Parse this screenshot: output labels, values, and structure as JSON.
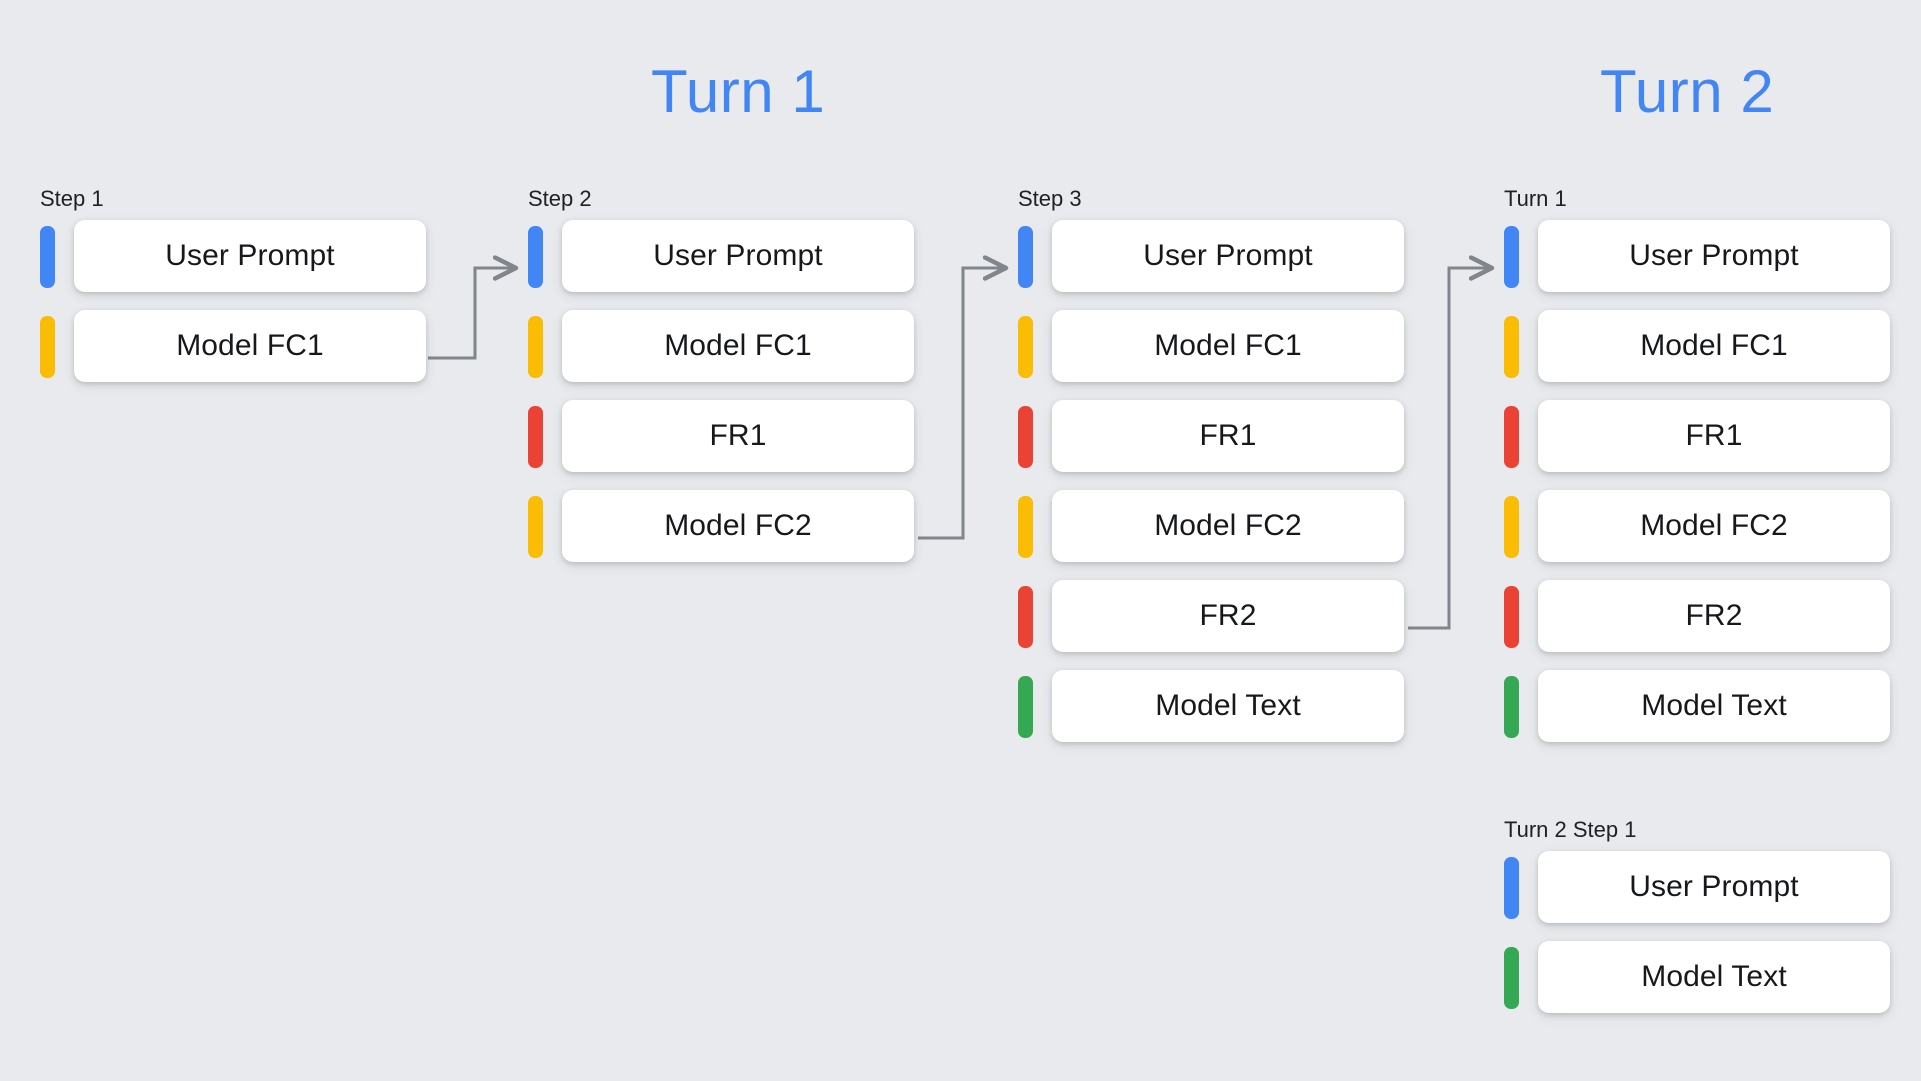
{
  "background_color": "#e8eaed",
  "palette": {
    "blue": "#4285f4",
    "yellow": "#fbbc04",
    "red": "#ea4335",
    "green": "#34a853",
    "connector_gray": "#80868b",
    "card_white": "#ffffff",
    "text_dark": "#16181b"
  },
  "titles": {
    "turn1": "Turn 1",
    "turn2": "Turn 2"
  },
  "columns": [
    {
      "id": "step1",
      "label": "Step 1",
      "rows": [
        {
          "color": "blue",
          "label": "User Prompt"
        },
        {
          "color": "yellow",
          "label": "Model FC1"
        }
      ]
    },
    {
      "id": "step2",
      "label": "Step 2",
      "rows": [
        {
          "color": "blue",
          "label": "User Prompt"
        },
        {
          "color": "yellow",
          "label": "Model FC1"
        },
        {
          "color": "red",
          "label": "FR1"
        },
        {
          "color": "yellow",
          "label": "Model FC2"
        }
      ]
    },
    {
      "id": "step3",
      "label": "Step 3",
      "rows": [
        {
          "color": "blue",
          "label": "User Prompt"
        },
        {
          "color": "yellow",
          "label": "Model FC1"
        },
        {
          "color": "red",
          "label": "FR1"
        },
        {
          "color": "yellow",
          "label": "Model FC2"
        },
        {
          "color": "red",
          "label": "FR2"
        },
        {
          "color": "green",
          "label": "Model Text"
        }
      ]
    },
    {
      "id": "turn1b",
      "label": "Turn 1",
      "rows": [
        {
          "color": "blue",
          "label": "User Prompt"
        },
        {
          "color": "yellow",
          "label": "Model FC1"
        },
        {
          "color": "red",
          "label": "FR1"
        },
        {
          "color": "yellow",
          "label": "Model FC2"
        },
        {
          "color": "red",
          "label": "FR2"
        },
        {
          "color": "green",
          "label": "Model Text"
        }
      ]
    },
    {
      "id": "turn2step1",
      "label": "Turn 2 Step 1",
      "rows": [
        {
          "color": "blue",
          "label": "User Prompt"
        },
        {
          "color": "green",
          "label": "Model Text"
        }
      ]
    }
  ],
  "connectors": [
    {
      "id": "step1-to-step2",
      "from_row": "Model FC1",
      "to_row": "User Prompt",
      "from_column": "step1",
      "to_column": "step2"
    },
    {
      "id": "step2-to-step3",
      "from_row": "Model FC2",
      "to_row": "User Prompt",
      "from_column": "step2",
      "to_column": "step3"
    },
    {
      "id": "step3-to-turn1",
      "from_row": "FR2",
      "to_row": "User Prompt",
      "from_column": "step3",
      "to_column": "turn1b"
    }
  ]
}
